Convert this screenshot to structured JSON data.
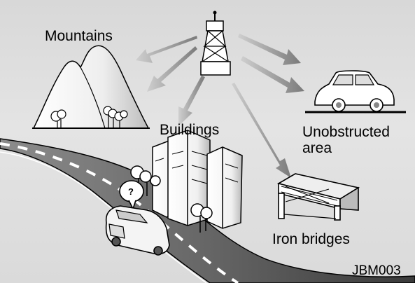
{
  "labels": {
    "mountains": "Mountains",
    "buildings": "Buildings",
    "unobstructed_line1": "Unobstructed",
    "unobstructed_line2": "area",
    "iron_bridges": "Iron bridges",
    "figure_code": "JBM003",
    "question_mark": "?"
  },
  "colors": {
    "background": "#dcdcdc",
    "arrow": "#8a8a8a",
    "road": "#6a6a6a",
    "road_marking": "#ffffff",
    "outline": "#000000"
  },
  "icons": [
    "tower-icon",
    "mountain-icon",
    "car-icon",
    "building-icon",
    "bridge-icon",
    "vehicle-icon",
    "speech-bubble-icon"
  ]
}
